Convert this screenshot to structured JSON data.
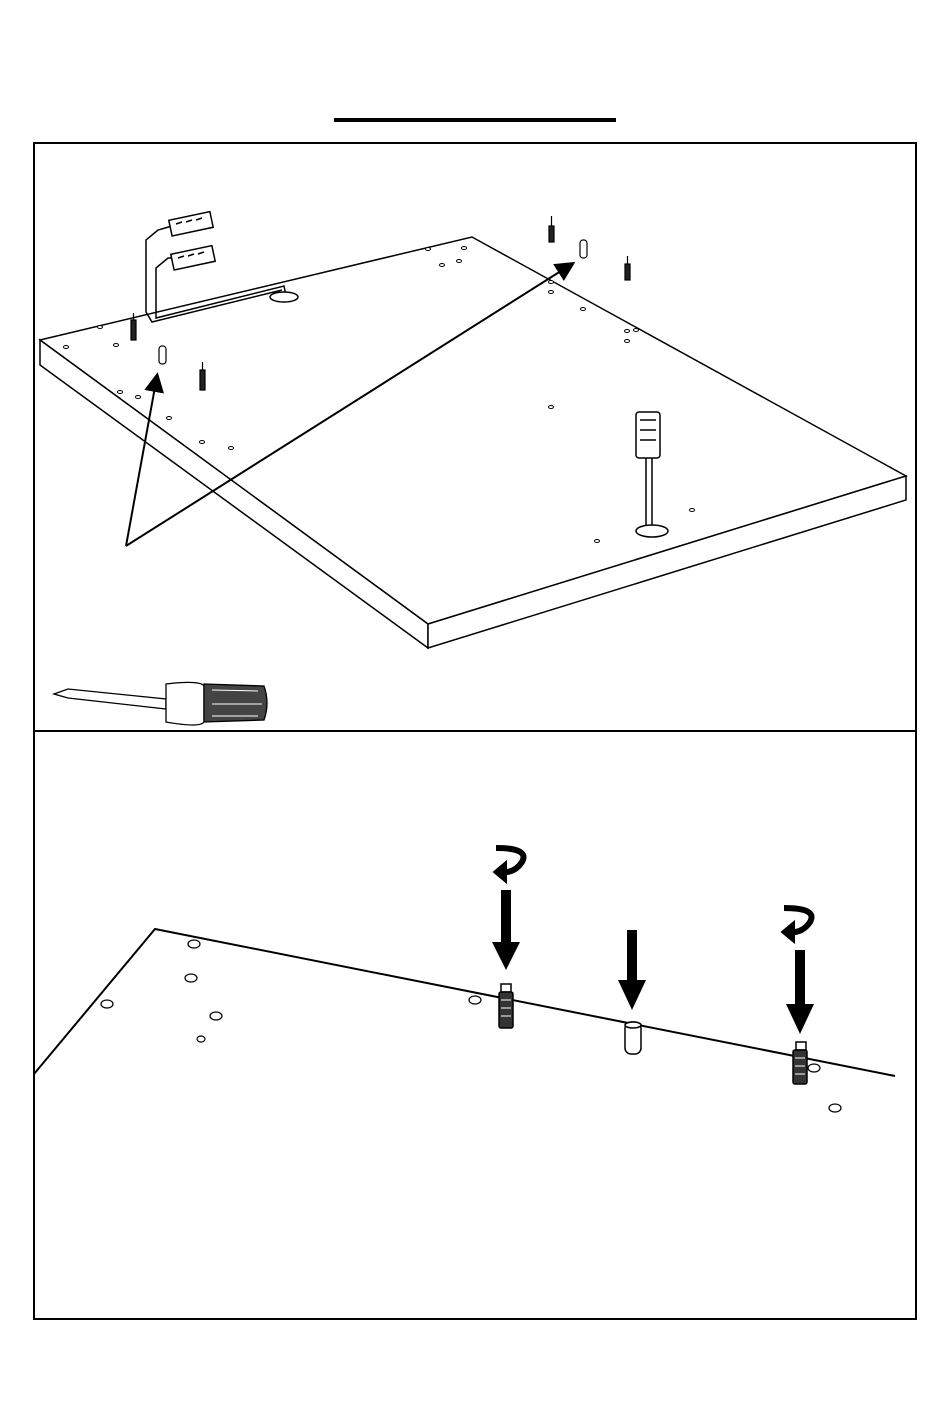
{
  "page": {
    "title_text": "",
    "colors": {
      "line": "#000000",
      "background": "#ffffff",
      "shading": "#555555"
    }
  },
  "panels": [
    {
      "id": "step-top",
      "contents": [
        "tabletop-board",
        "wire-harness",
        "connector-plug",
        "cam-bolts",
        "wooden-dowels",
        "callout-arrows",
        "screwdriver-icon"
      ]
    },
    {
      "id": "step-bottom",
      "contents": [
        "board-edge-closeup",
        "cam-bolts",
        "wooden-dowel",
        "insert-arrows",
        "rotate-arrows"
      ]
    }
  ],
  "icons": {
    "tool": "screwdriver-icon",
    "rotate": "rotate-arrow-icon",
    "insert": "down-arrow-icon"
  }
}
